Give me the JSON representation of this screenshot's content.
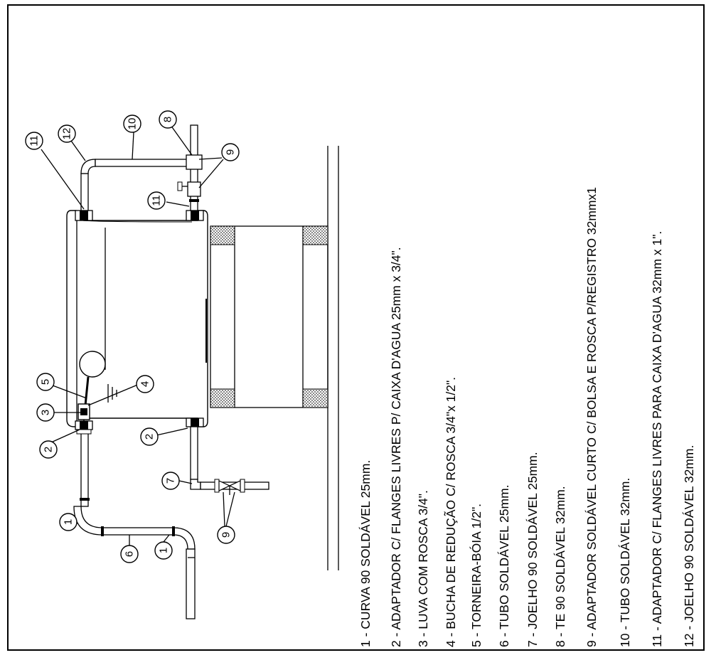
{
  "balloons": [
    "1",
    "6",
    "1",
    "2",
    "3",
    "5",
    "4",
    "2",
    "7",
    "9",
    "11",
    "12",
    "10",
    "8",
    "9",
    "11"
  ],
  "legend": [
    {
      "num": "1",
      "text": "CURVA 90 SOLDÁVEL 25mm."
    },
    {
      "num": "2",
      "text": "ADAPTADOR C/ FLANGES LIVRES P/ CAIXA D'AGUA 25mm x 3/4\"."
    },
    {
      "num": "3",
      "text": "LUVA COM ROSCA 3/4\"."
    },
    {
      "num": "4",
      "text": "BUCHA DE REDUÇÃO C/ ROSCA 3/4\"x 1/2\"."
    },
    {
      "num": "5",
      "text": "TORNEIRA-BÓIA  1/2\"."
    },
    {
      "num": "6",
      "text": "TUBO SOLDÁVEL 25mm."
    },
    {
      "num": "7",
      "text": "JOELHO 90 SOLDÁVEL 25mm."
    },
    {
      "num": "8",
      "text": "TE 90 SOLDÁVEL 32mm."
    },
    {
      "num": "9",
      "text": "ADAPTADOR SOLDÁVEL CURTO C/ BOLSA E ROSCA P/REGISTRO 32mmx1"
    },
    {
      "num": "10",
      "text": "TUBO SOLDÁVEL 32mm."
    },
    {
      "num": "11",
      "text": "ADAPTADOR C/ FLANGES LIVRES PARA CAIXA D'AGUA 32mm x 1\"."
    },
    {
      "num": "12",
      "text": "JOELHO 90 SOLDÁVEL 32mm."
    }
  ]
}
